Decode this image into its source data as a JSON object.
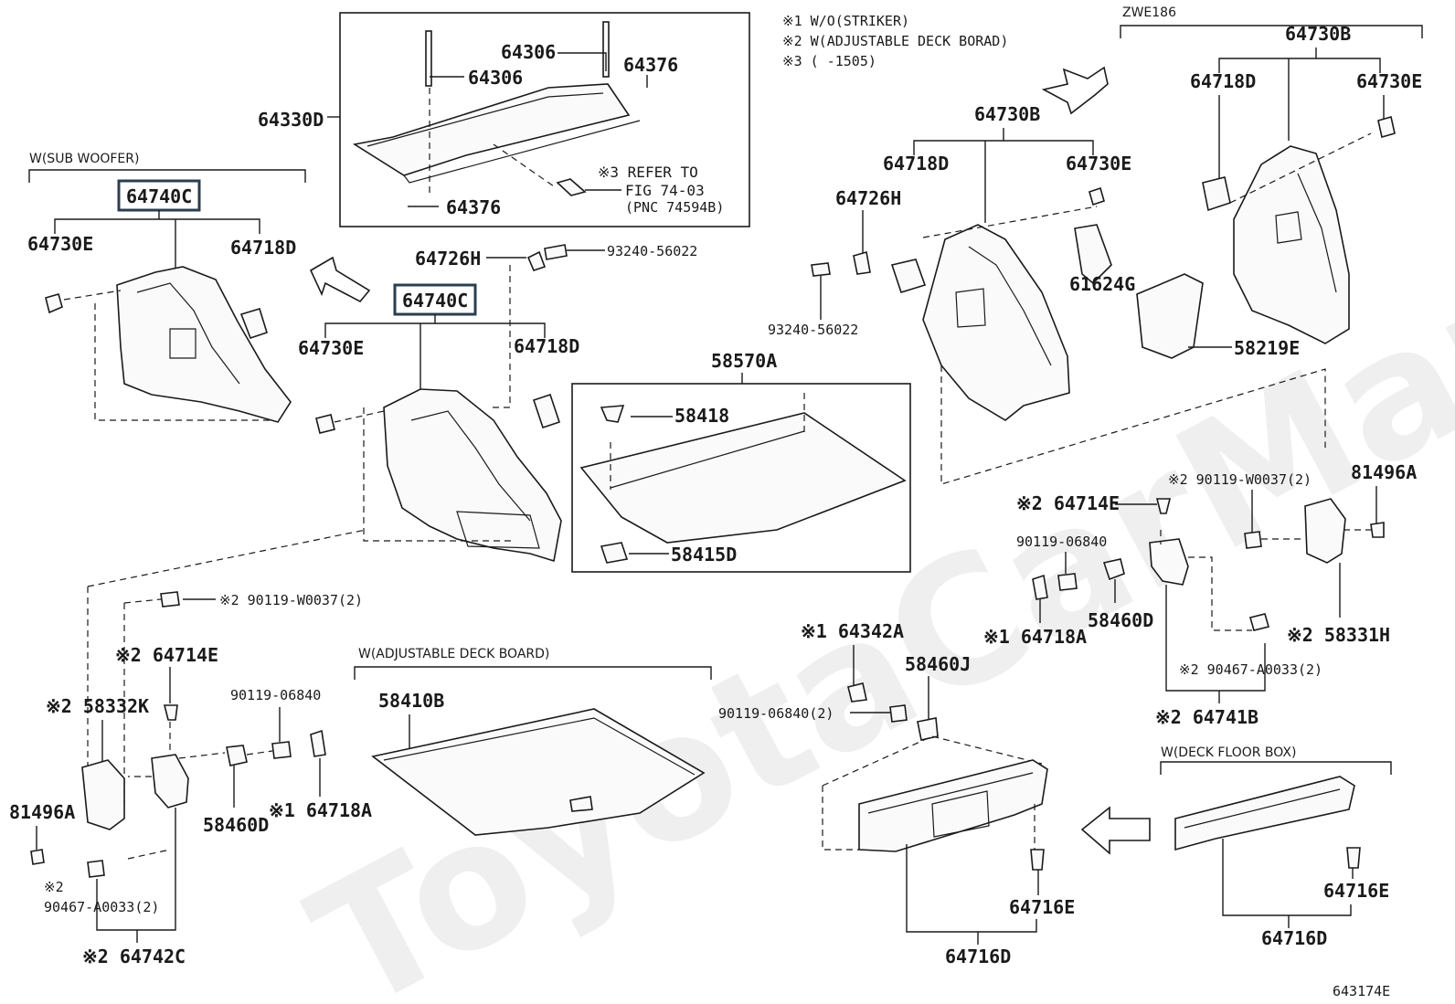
{
  "notes": {
    "n1": "※1 W/O(STRIKER)",
    "n2": "※2 W(ADJUSTABLE DECK BORAD)",
    "n3": "※3 (      -1505)"
  },
  "headers": {
    "zwe": "ZWE186",
    "sub_woofer": "W(SUB WOOFER)",
    "adj_deck": "W(ADJUSTABLE DECK BOARD)",
    "deck_floor": "W(DECK FLOOR BOX)"
  },
  "refer": {
    "line1": "※3 REFER TO",
    "line2": "FIG 74-03",
    "line3": "(PNC 74594B)"
  },
  "watermark": "ToyotaCarMan.ru",
  "figure_id": "643174E",
  "labels": {
    "p64306a": "64306",
    "p64306b": "64306",
    "p64376a": "64376",
    "p64376b": "64376",
    "p64330D": "64330D",
    "p64740C_left": "64740C",
    "p64740C_mid": "64740C",
    "p64730E_left": "64730E",
    "p64718D_left": "64718D",
    "p64726H_mid": "64726H",
    "p93240_mid": "93240-56022",
    "p64730E_mid": "64730E",
    "p64718D_mid": "64718D",
    "p58570A": "58570A",
    "p58418": "58418",
    "p58415D": "58415D",
    "p64730B_mid": "64730B",
    "p64718D_r1": "64718D",
    "p64730E_r1": "64730E",
    "p64726H_r": "64726H",
    "p93240_r": "93240-56022",
    "p61624G": "61624G",
    "p64730B_r": "64730B",
    "p64718D_r2": "64718D",
    "p64730E_r2": "64730E",
    "p58219E": "58219E",
    "p90119W_right": "※2 90119-W0037(2)",
    "p81496A_right": "81496A",
    "p64714E_right": "※2 64714E",
    "p90119_06840_r": "90119-06840",
    "p64718A_r": "※1 64718A",
    "p58460D_r": "58460D",
    "p58331H": "※2 58331H",
    "p90467_r": "※2 90467-A0033(2)",
    "p64741B": "※2 64741B",
    "p90119W_left": "※2 90119-W0037(2)",
    "p64714E_left": "※2 64714E",
    "p58332K": "※2 58332K",
    "p81496A_left": "81496A",
    "p90467_left_a": "※2",
    "p90467_left_b": "90467-A0033(2)",
    "p64742C": "※2 64742C",
    "p90119_06840_l": "90119-06840",
    "p58460D_l": "58460D",
    "p64718A_l": "※1 64718A",
    "p58410B": "58410B",
    "p64342A": "※1 64342A",
    "p58460J": "58460J",
    "p90119_06840_2": "90119-06840(2)",
    "p64716E_mid": "64716E",
    "p64716D_mid": "64716D",
    "p64716E_r": "64716E",
    "p64716D_r": "64716D"
  }
}
